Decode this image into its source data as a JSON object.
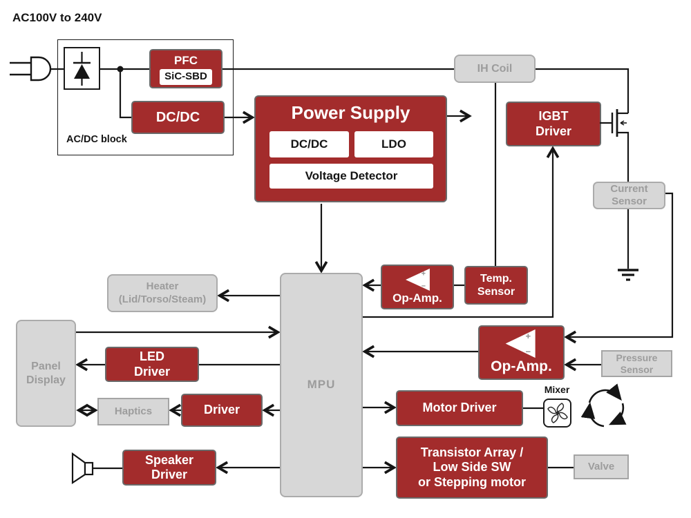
{
  "diagram_title": "AC100V to 240V",
  "colors": {
    "block_red": "#A32C2C",
    "block_gray_fill": "#D7D7D7",
    "block_gray_border": "#ABABAB",
    "gray_text": "#9C9C9C",
    "wire_black": "#151515",
    "white": "#FFFFFF"
  },
  "acdc": {
    "block_label": "AC/DC block",
    "pfc_label": "PFC",
    "pfc_device": "SiC-SBD",
    "dcdc_label": "DC/DC"
  },
  "power_supply": {
    "title": "Power Supply",
    "sub_blocks": [
      "DC/DC",
      "LDO",
      "Voltage Detector"
    ]
  },
  "induction": {
    "ih_coil": "IH Coil",
    "igbt_driver": [
      "IGBT",
      "Driver"
    ],
    "current_sensor": [
      "Current",
      "Sensor"
    ]
  },
  "sensing": {
    "temp_sensor": [
      "Temp.",
      "Sensor"
    ],
    "pressure_sensor": [
      "Pressure",
      "Sensor"
    ],
    "opamp1": {
      "label": "Op-Amp.",
      "plus": "+",
      "minus": "−"
    },
    "opamp2": {
      "label": "Op-Amp.",
      "plus": "+",
      "minus": "−"
    }
  },
  "mpu_label": "MPU",
  "ui_block": {
    "heater": [
      "Heater",
      "(Lid/Torso/Steam)"
    ],
    "panel_display": [
      "Panel",
      "Display"
    ],
    "led_driver": [
      "LED",
      "Driver"
    ],
    "haptics": "Haptics",
    "driver": "Driver",
    "speaker_driver": [
      "Speaker",
      "Driver"
    ]
  },
  "actuation": {
    "motor_driver": "Motor Driver",
    "mixer_label": "Mixer",
    "transistor_array": [
      "Transistor Array /",
      "Low Side SW",
      "or Stepping motor"
    ],
    "valve": "Valve"
  },
  "icons": {
    "plug": "ac-plug-icon",
    "rectifier": "diode-icon",
    "mosfet": "mosfet-icon",
    "ground": "ground-icon",
    "speaker": "speaker-icon",
    "mixer_fan": "fan-icon",
    "rotation": "rotation-arrows-icon"
  }
}
